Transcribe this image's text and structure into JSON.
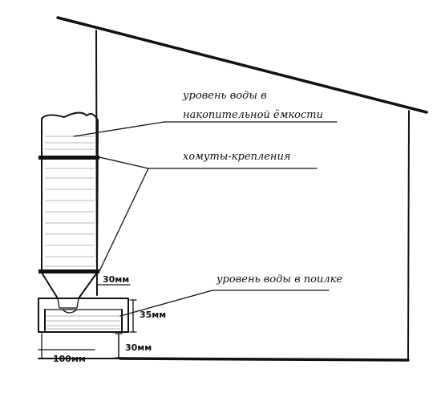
{
  "labels": {
    "tank_level": [
      "уровень воды в",
      "накопительной ёмкости"
    ],
    "clamps": "хомуты-крепления",
    "bowl_level": "уровень воды в поилке"
  },
  "dimensions": {
    "gap_bottle": "30мм",
    "bowl_depth": "35мм",
    "bowl_height": "30мм",
    "bowl_width": "100мм"
  }
}
